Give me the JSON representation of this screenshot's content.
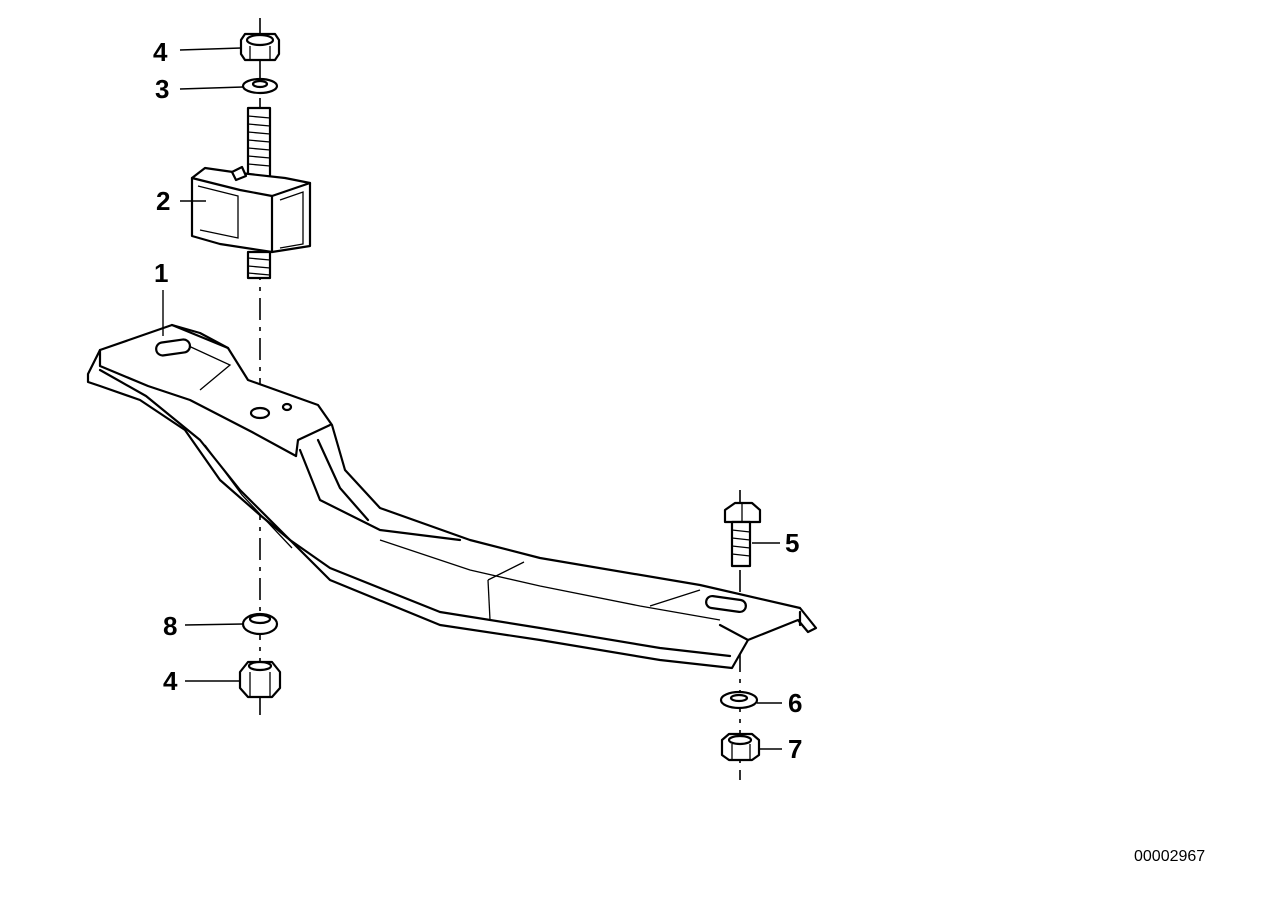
{
  "callouts": {
    "c1": "1",
    "c2": "2",
    "c3": "3",
    "c4_top": "4",
    "c4_bottom": "4",
    "c5": "5",
    "c6": "6",
    "c7": "7",
    "c8": "8"
  },
  "document_number": "00002967"
}
